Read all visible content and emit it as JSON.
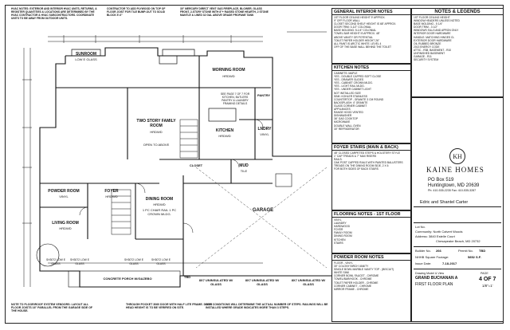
{
  "top_notes": {
    "left": "HVAC NOTES: EXTERIOR AND INTERIOR HVAC UNITS, RETURNS, & REGISTER QUANTITIES & LOCATIONS ARE DETERMINED BY THE HVAC CONTRACTOR & HVAC SUBCONTRACTORS. COORDINATE UNITS TO BE AWAY FROM OUTDOOR UNITS.",
    "mid": "CONTRACTOR TO ADD PLYWOOD ON TOP OF FLOOR JOIST FOR TILE BUMP-OUT TO SOLID BLOCK 5'-0\"",
    "right": "30\" MERCURY DIRECT VENT GAS FIREPLACE, BLOWER, GLASS FRONT, 2-STORY STONE WITH 8\"+ RAISED STONE HEARTH, 2 STONE MANTLE & LINED 32 GAL ABOVE GRADE PROPANE TANK"
  },
  "rooms": {
    "morning_room": {
      "name": "MORNING ROOM",
      "floor": "HRDWD"
    },
    "sunroom": {
      "name": "SUNROOM",
      "floor": "LOW E GLASS"
    },
    "two_story_family": {
      "name": "TWO STORY FAMILY ROOM",
      "floor": "HRDWD"
    },
    "kitchen": {
      "name": "KITCHEN",
      "floor": "HRDWD"
    },
    "powder": {
      "name": "POWDER ROOM",
      "floor": "VINYL"
    },
    "foyer": {
      "name": "FOYER",
      "floor": "HRDWD"
    },
    "living": {
      "name": "LIVING ROOM",
      "floor": "HRDWD"
    },
    "dining": {
      "name": "DINING ROOM",
      "floor": "HRDWD",
      "note": "1 PC CHAIR RAIL 1 PC CROWN MLDG."
    },
    "garage": {
      "name": "GARAGE"
    },
    "mud": {
      "name": "MUD",
      "floor": "TILE"
    },
    "laundry": {
      "name": "LNDRY",
      "floor": "VINYL"
    },
    "pantry": {
      "name": "PANTRY"
    },
    "closet": {
      "name": "CLOSET"
    },
    "porch": {
      "name": "CONCRETE PORCH W/GAZEBO"
    }
  },
  "doors": {
    "garage_left": "8X7 UNINSULATED W/ GLASS",
    "garage_mid": "8X7 UNINSULATED W/ GLASS",
    "garage_right": "8X7 UNINSULATED W/ GLASS",
    "shop_glass": [
      "SH3072 LOW E GLASS",
      "SH3072 LOW E GLASS",
      "SH3072 LOW E GLASS",
      "SH3072 LOW E GLASS"
    ],
    "tbd": "TBD"
  },
  "plan_labels": {
    "see_page": "SEE PAGE 7 OF 7 FOR KITCHEN, BUTLERS PANTRY & LAUNDRY FRAMING DETAILS",
    "open_to_above": "OPEN TO ABOVE",
    "stairs": "DN"
  },
  "panels": {
    "general_interior": {
      "title": "GENERAL INTERIOR NOTES",
      "items": [
        "1ST FLOOR CEILING HEIGHT 9' APPROX.",
        "9\" OFF FLOOR WALL",
        "CLOSET SECOND SHELF HEIGHT IS 68\" APPROX.",
        "DOOR TRIM: 3-1/2\" COLONIAL",
        "BASE MOLDING: 5-1/4\" COLONIAL",
        "TOWEL BAR HEIGHT IS APPROX. 48\"",
        "ABOVE VANITY OR POTENTIAL",
        "TOILET PAPER HOLDER HEIGHT 26\"",
        "ALL PAINT IS ARCTIC WHITE. LEVEL 4",
        "OFF OF THE BASE WALL BEHIND THE TOILET"
      ]
    },
    "kitchen": {
      "title": "KITCHEN NOTES",
      "items": [
        "CABINETS: MAPLE",
        "YES - DOUBLE CAPPED SOFT CLOSE",
        "YES - DRAWER GLIDES",
        "YES - CABINET CROWN MLDG.",
        "YES - LIGHT RAIL MLDG.",
        "YES - UNDER CABINET LIGHT",
        "NOT INSTALLED SIZE",
        "SINK: KOHLER STAINLESS",
        "COUNTERTOP - GRANITE 3 CM ROUND",
        "BACKSPLASH: 4\" GRANITE",
        "GLASS CORNER CABINET",
        "APPLIANCES",
        "RANGE HOOD VENTED",
        "DISHWASHER",
        "36\" GAS COOKTOP",
        "MICROWAVE",
        "DOUBLE WALL OVEN",
        "30\" REFRIGERATOR"
      ]
    },
    "foyer_stairs": {
      "title": "FOYER STAIRS (MAIN & BACK)",
      "items": [
        "48\" CLOSED CARPETED STEPS & HOLSTERY STYLE",
        "1\" CAP TREADS & 7\" MAX RISERS",
        "RAILS:",
        "OAK POST CAPPED RAILS WITH PAINTED BALUSTERS",
        "TREADS ON THE DINING ROOM SIDE, 2 X 6",
        "FOR BOTH SIDES OF BACK STAIRS"
      ]
    },
    "flooring": {
      "title": "FLOORING NOTES - 1ST FLOOR",
      "items": [
        "VINYL",
        "LAUNDRY",
        "HARDWOOD",
        "FOYER",
        "FAMILY ROOM",
        "DINING ROOM",
        "KITCHEN",
        "STAIRS"
      ]
    },
    "powder_notes": {
      "title": "POWDER ROOM NOTES",
      "items": [
        "FLOOR - VINYL",
        "30\" COLONY BIRCH VANITY",
        "SINGLE BOWL MARBLE VANITY TOP - (BISCUIT)",
        "WHITE SINK",
        "CORNER BOWL FAUCET - CHROME",
        "TOWEL/BAR/HOOK - CHROME",
        "TOILET PAPER HOLDER - CHROME",
        "CORNER CABINET - CHROME",
        "MIRROR FRAME - CHROME"
      ]
    }
  },
  "legend": {
    "title": "NOTES & LEGENDS",
    "items": [
      "1ST FLOOR CEILING HEIGHT",
      "WINDOW HEADERS UNLESS NOTED",
      "BASE MOLDING - 5 1/4\"",
      "DOOR TRIM - 3 1/2\"",
      "WINDOWS SILLS AND APRON ONLY",
      "INTERIOR DOOR HARDWARE",
      "HANDLE: MATCHING HINGES CL",
      "EXTERIOR DOOR HARDWARE",
      "OIL RUBBED BRONZE",
      "2013 ENERGY CODE",
      "ATTIC - R38, BASEMENT - R10",
      "UNFINISHED BASEMENT",
      "GARAGE - R11",
      "SECURITY SYSTEM"
    ]
  },
  "title_block": {
    "company": "KAINE HOMES",
    "po_box": "PO Box 519",
    "city": "Huntingtown, MD 20639",
    "phone": "Ph: 410-535-2235 Fax: 410-535-3287",
    "purchaser": "Edric and Shantel Carter",
    "lot": "Lot No.",
    "community": "Community: North Calvert Woods",
    "address": "Address: 3840 Estelle Court",
    "city2": "Chesapeake Beach, MD 20732",
    "builder_no": "Builder No.",
    "builder_value": "266",
    "permit_no": "Permit No.",
    "permit_value": "TBD",
    "finished_sqft_label": "NHHB Square Footage:",
    "finished_sqft": "5852 S.F.",
    "issue_date_label": "Issue Date:",
    "issue_date": "7-18-2017",
    "drawing_model": "Drawing Model & View",
    "model": "GRAND BUCHANAN A",
    "view": "FIRST FLOOR PLAN",
    "page_no": "PAGE",
    "page": "4 OF 7",
    "scale": "1/8\"=1'"
  },
  "bottom_notes": {
    "left": "NOTE TO FLOOR/ROOF SYSTEM VENDORS: LAYOUT ALL FLOOR JOISTS 16\" PARALLEL FROM THE GARAGE SIDE OF THE HOUSE.",
    "mid": "THROUGH POCKET 3060 DOOR WITH HALF LITE FRAME. DOOR HEAD HEIGHT IS TO BE VERIFIED ON SITE.",
    "right": "SITE CONDITIONS WILL DETERMINE THE ACTUAL NUMBER OF STEPS. RAILINGS WILL BE INSTALLED WHERE GRADE INDICATES MORE THAN 3 STEPS."
  }
}
